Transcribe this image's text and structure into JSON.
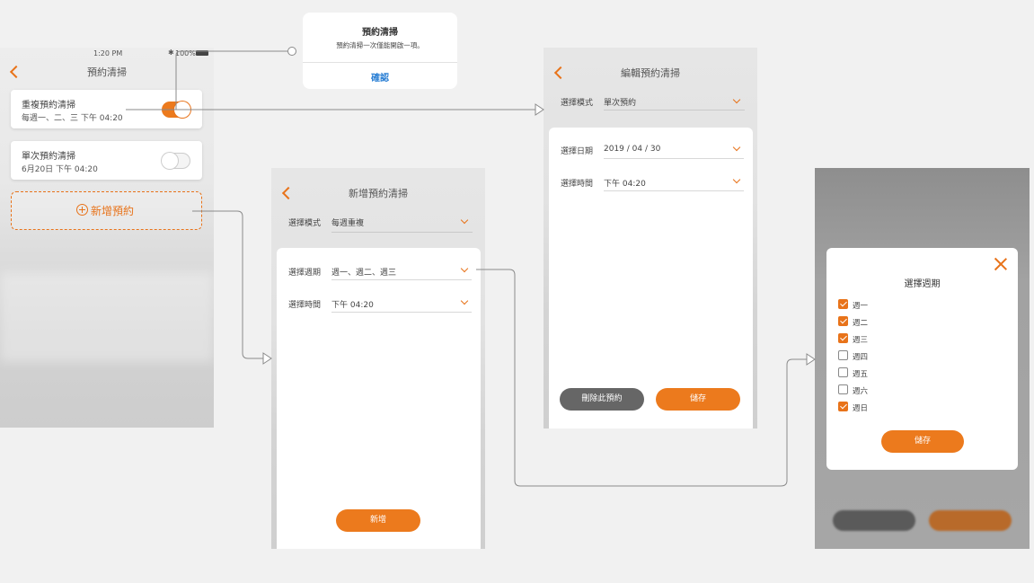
{
  "screen1": {
    "status_time": "1:20 PM",
    "status_battery": "100%",
    "title": "預約清掃",
    "items": [
      {
        "title": "重複預約清掃",
        "subtitle": "每週一、二、三  下午 04:20",
        "enabled": true
      },
      {
        "title": "單次預約清掃",
        "subtitle": "6月20日  下午 04:20",
        "enabled": false
      }
    ],
    "add_label": "新增預約"
  },
  "alert": {
    "title": "預約清掃",
    "message": "預約清掃一次僅能開啟一項。",
    "confirm": "確認"
  },
  "screen2": {
    "title": "新增預約清掃",
    "mode_label": "選擇模式",
    "mode_value": "每週重複",
    "week_label": "選擇週期",
    "week_value": "週一、週二、週三",
    "time_label": "選擇時間",
    "time_value": "下午 04:20",
    "add_button": "新增"
  },
  "screen3": {
    "title": "編輯預約清掃",
    "mode_label": "選擇模式",
    "mode_value": "單次預約",
    "date_label": "選擇日期",
    "date_value": "2019 / 04 / 30",
    "time_label": "選擇時間",
    "time_value": "下午 04:20",
    "delete_button": "刪除此預約",
    "save_button": "儲存"
  },
  "screen4": {
    "title": "選擇週期",
    "days": [
      {
        "label": "週一",
        "checked": true
      },
      {
        "label": "週二",
        "checked": true
      },
      {
        "label": "週三",
        "checked": true
      },
      {
        "label": "週四",
        "checked": false
      },
      {
        "label": "週五",
        "checked": false
      },
      {
        "label": "週六",
        "checked": false
      },
      {
        "label": "週日",
        "checked": true
      }
    ],
    "save_button": "儲存"
  },
  "colors": {
    "accent": "#ec7a1d",
    "background": "#f1f1f1",
    "connector": "#888888"
  }
}
